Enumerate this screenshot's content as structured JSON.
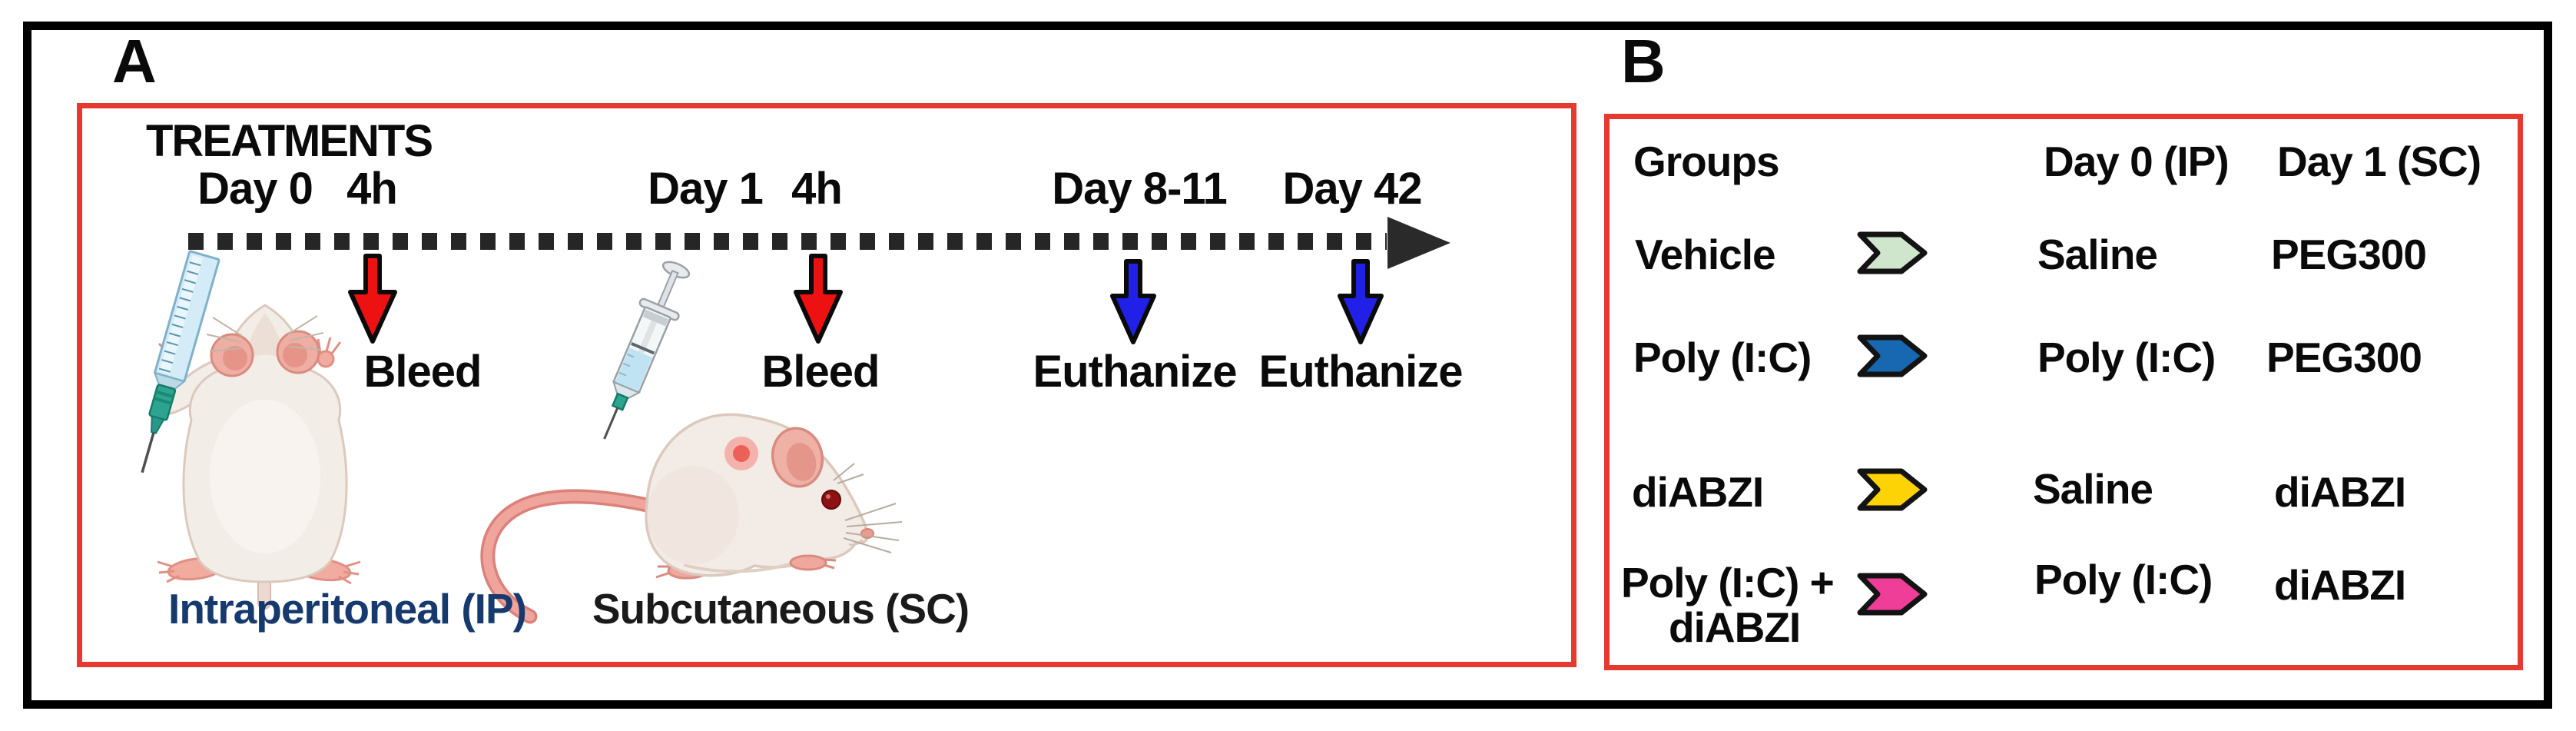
{
  "figure": {
    "colors": {
      "panel_border": "#e6392f",
      "outer_border": "#000000",
      "timeline": "#262626",
      "bleed_arrow": "#ee1111",
      "euthanize_arrow": "#2020e6",
      "ip_label": "#16396e",
      "text": "#0a0a0a"
    }
  },
  "panel_a": {
    "label": "A",
    "title": "TREATMENTS",
    "timeline": {
      "ticks": [
        {
          "label": "Day 0"
        },
        {
          "label": "4h"
        },
        {
          "label": "Day 1"
        },
        {
          "label": "4h"
        },
        {
          "label": "Day 8-11"
        },
        {
          "label": "Day 42"
        }
      ]
    },
    "events": [
      {
        "label": "Bleed",
        "arrow_color": "#ee1111"
      },
      {
        "label": "Bleed",
        "arrow_color": "#ee1111"
      },
      {
        "label": "Euthanize",
        "arrow_color": "#2020e6"
      },
      {
        "label": "Euthanize",
        "arrow_color": "#2020e6"
      }
    ],
    "routes": [
      {
        "label": "Intraperitoneal (IP)",
        "color": "#16396e"
      },
      {
        "label": "Subcutaneous (SC)",
        "color": "#1a1a1a"
      }
    ]
  },
  "panel_b": {
    "label": "B",
    "columns": [
      "Groups",
      "Day 0 (IP)",
      "Day 1 (SC)"
    ],
    "rows": [
      {
        "group": "Vehicle",
        "chevron_color": "#cfe5cc",
        "day0": "Saline",
        "day1": "PEG300"
      },
      {
        "group": "Poly (I:C)",
        "chevron_color": "#1767b1",
        "day0": "Poly (I:C)",
        "day1": "PEG300"
      },
      {
        "group": "diABZI",
        "chevron_color": "#fdd306",
        "day0": "Saline",
        "day1": "diABZI"
      },
      {
        "group": "Poly (I:C) +",
        "group_line2": "diABZI",
        "chevron_color": "#ee3e98",
        "day0": "Poly (I:C)",
        "day1": "diABZI"
      }
    ]
  },
  "icons": {
    "timeline_arrowhead": "solid right triangle",
    "bleed_arrow": "red down arrow",
    "euthanize_arrow": "blue down arrow",
    "group_chevron": "right-pointing banner chevron",
    "ip_syringe": "vertical syringe injecting mouse abdomen",
    "sc_syringe": "tilted syringe injecting mouse back",
    "supine_mouse": "mouse on back (IP injection)",
    "side_mouse": "mouse side view (SC injection)"
  }
}
